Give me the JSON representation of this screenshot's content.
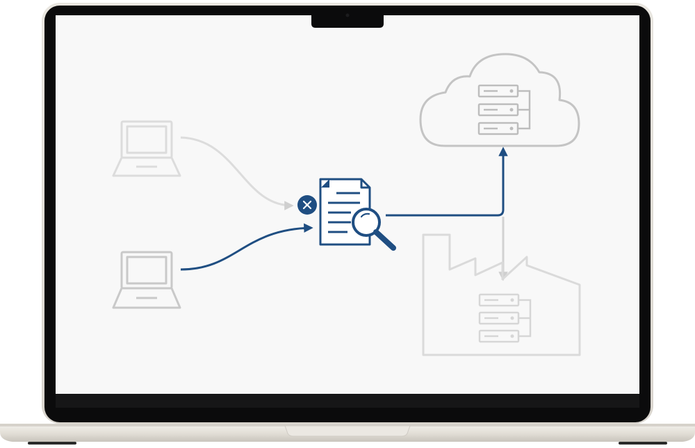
{
  "device": {
    "type": "laptop",
    "bezel_color": "#0b0b0c",
    "body_color": "#e8e5df",
    "screen_background": "#f8f8f8"
  },
  "diagram": {
    "accent_color": "#1f4e82",
    "muted_color": "#c8c8c8",
    "nodes": [
      {
        "id": "source-laptop-top",
        "icon": "laptop-icon",
        "state": "inactive"
      },
      {
        "id": "source-laptop-bottom",
        "icon": "laptop-icon",
        "state": "active"
      },
      {
        "id": "inspection",
        "icon": "document-search-icon",
        "state": "active"
      },
      {
        "id": "blocked-marker",
        "icon": "close-icon",
        "state": "active"
      },
      {
        "id": "cloud-storage",
        "icon": "cloud-server-icon",
        "state": "inactive"
      },
      {
        "id": "on-premise-storage",
        "icon": "factory-server-icon",
        "state": "inactive"
      }
    ],
    "edges": [
      {
        "from": "source-laptop-top",
        "to": "inspection",
        "state": "inactive"
      },
      {
        "from": "source-laptop-bottom",
        "to": "inspection",
        "state": "active"
      },
      {
        "from": "inspection",
        "to": "cloud-storage",
        "state": "active"
      },
      {
        "from": "inspection",
        "to": "on-premise-storage",
        "state": "inactive"
      }
    ]
  }
}
